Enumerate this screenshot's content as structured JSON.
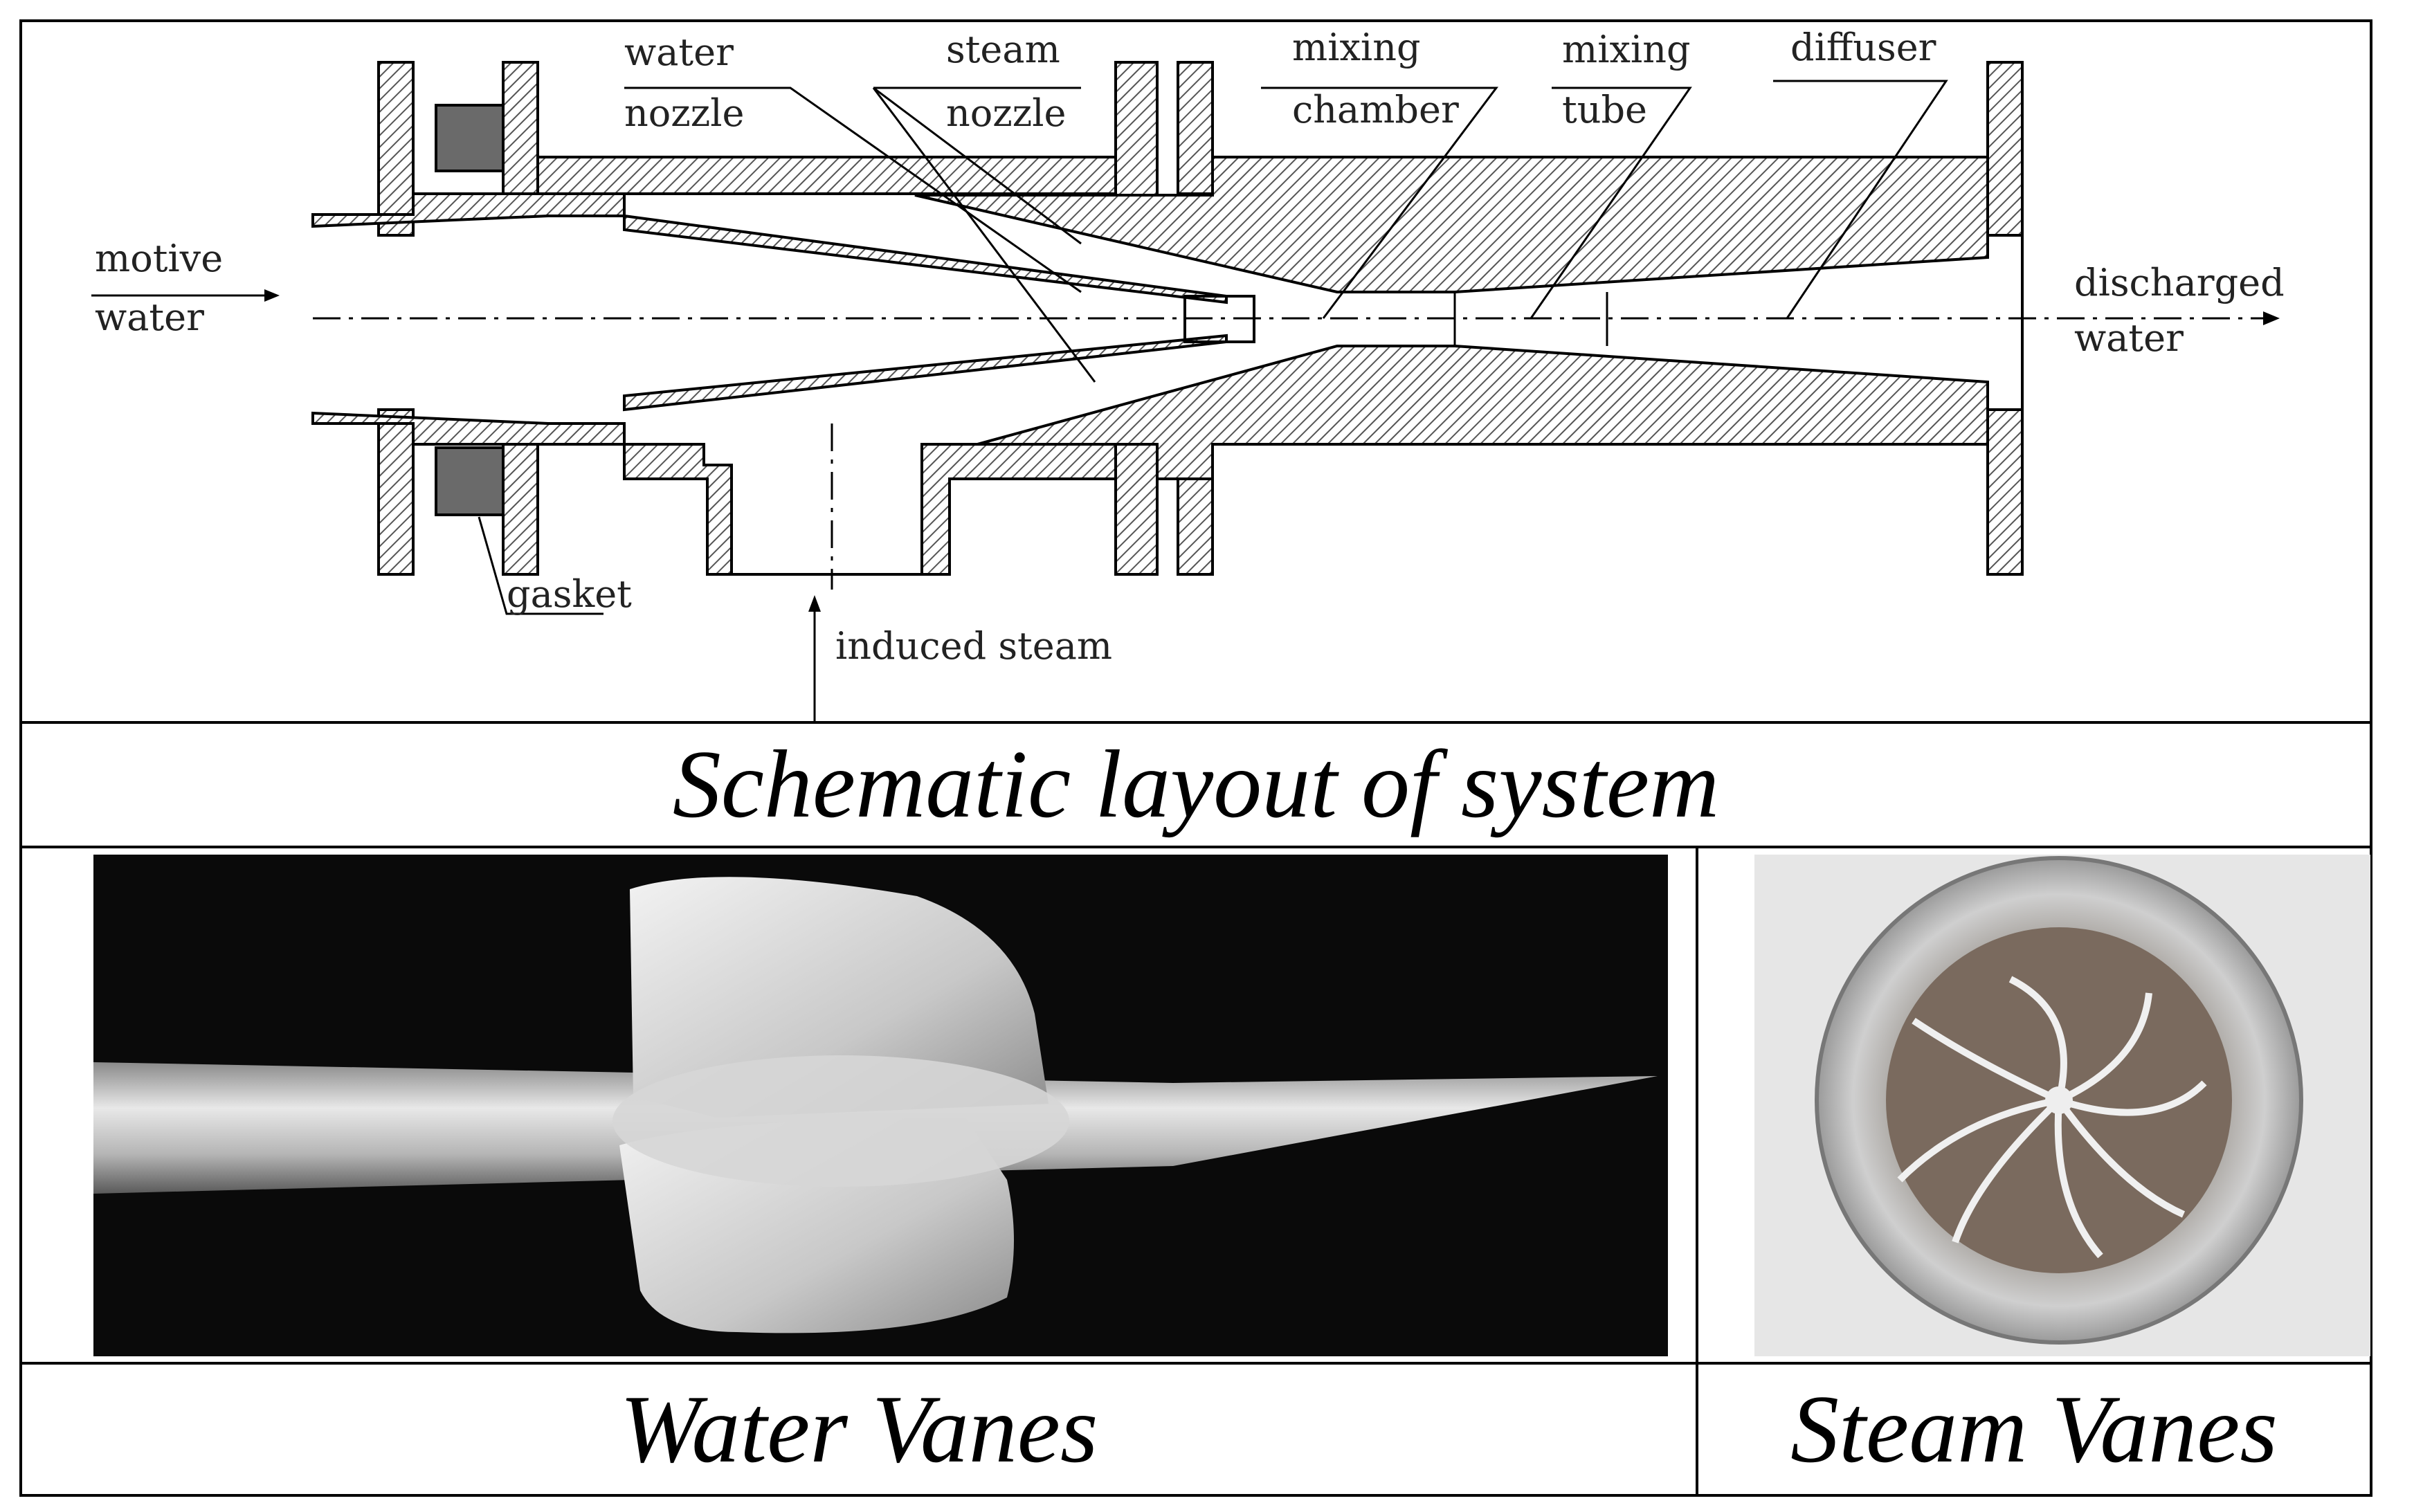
{
  "schematic": {
    "labels": {
      "water_nozzle_1": "water",
      "water_nozzle_2": "nozzle",
      "steam_nozzle_1": "steam",
      "steam_nozzle_2": "nozzle",
      "mixing_chamber_1": "mixing",
      "mixing_chamber_2": "chamber",
      "mixing_tube_1": "mixing",
      "mixing_tube_2": "tube",
      "diffuser": "diffuser",
      "motive_1": "motive",
      "motive_2": "water",
      "discharged_1": "discharged",
      "discharged_2": "water",
      "gasket": "gasket",
      "induced_steam": "induced steam"
    },
    "caption": "Schematic layout of system"
  },
  "panels": {
    "water_vanes_caption": "Water Vanes",
    "steam_vanes_caption": "Steam Vanes"
  },
  "colors": {
    "line": "#000000",
    "hatch": "#555555",
    "gasket": "#6a6a6a",
    "photo_bg": "#0a0a0a",
    "steam_bg": "#e6e6e6"
  }
}
